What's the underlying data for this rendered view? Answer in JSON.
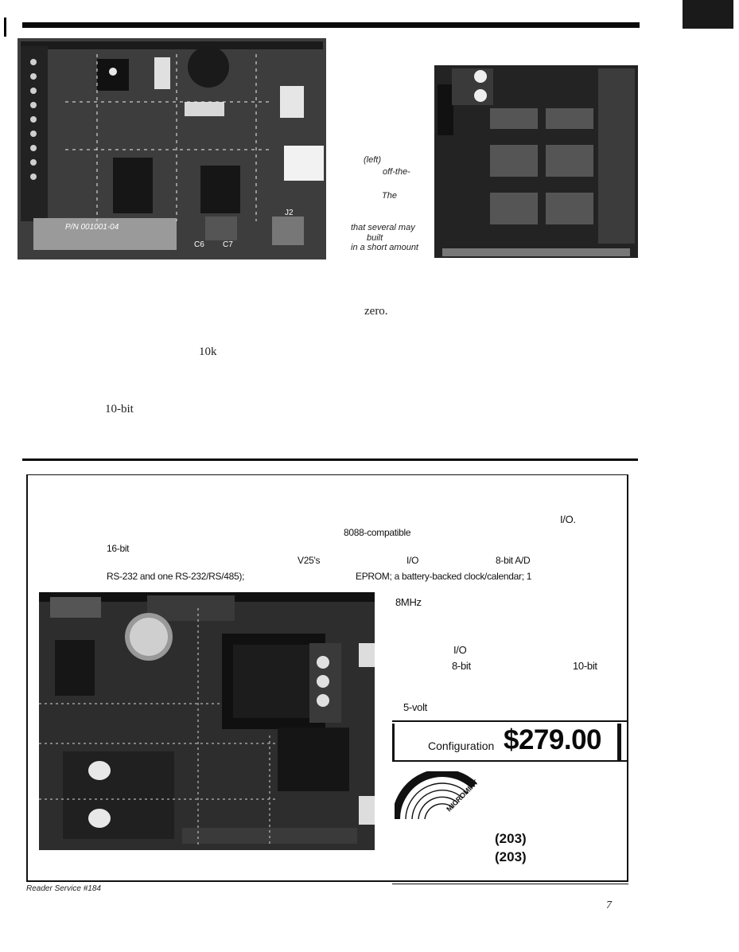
{
  "fragments": {
    "caption_left": "(left)",
    "caption_offthe": "off-the-",
    "caption_the": "The",
    "caption_several": "that several may",
    "caption_built": "built",
    "caption_short": "in a short amount",
    "zero": "zero.",
    "tenk": "10k",
    "tenbit": "10-bit"
  },
  "ad": {
    "io_right": "I/O.",
    "compat": "8088-compatible",
    "sixteen_bit": "16-bit",
    "v25s": "V25's",
    "io_mid": "I/O",
    "ad_8bit": "8-bit A/D",
    "rs232": "RS-232 and one RS-232/RS/485);",
    "eprom": "EPROM; a battery-backed clock/calendar; 1",
    "mhz": "8MHz",
    "io_spec": "I/O",
    "spec_8bit": "8-bit",
    "spec_10bit": "10-bit",
    "spec_5volt": "5-volt",
    "configuration": "Configuration",
    "price": "$279.00",
    "logo_text": "MICROMINT",
    "phone1": "(203)",
    "phone2": "(203)"
  },
  "footer": {
    "reader_service": "Reader Service #184",
    "page_number": "7"
  }
}
